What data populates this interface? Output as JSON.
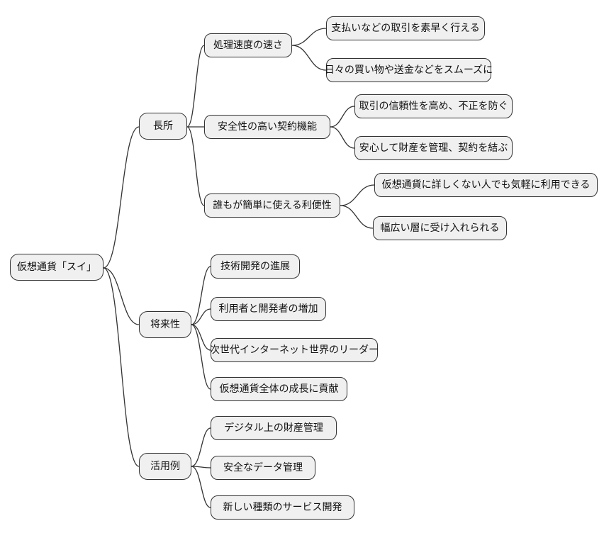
{
  "diagram": {
    "type": "mindmap",
    "root": {
      "label": "仮想通貨「スイ」"
    },
    "branches": [
      {
        "label": "長所",
        "children": [
          {
            "label": "処理速度の速さ",
            "children": [
              {
                "label": "支払いなどの取引を素早く行える"
              },
              {
                "label": "日々の買い物や送金などをスムーズに"
              }
            ]
          },
          {
            "label": "安全性の高い契約機能",
            "children": [
              {
                "label": "取引の信頼性を高め、不正を防ぐ"
              },
              {
                "label": "安心して財産を管理、契約を結ぶ"
              }
            ]
          },
          {
            "label": "誰もが簡単に使える利便性",
            "children": [
              {
                "label": "仮想通貨に詳しくない人でも気軽に利用できる"
              },
              {
                "label": "幅広い層に受け入れられる"
              }
            ]
          }
        ]
      },
      {
        "label": "将来性",
        "children": [
          {
            "label": "技術開発の進展"
          },
          {
            "label": "利用者と開発者の増加"
          },
          {
            "label": "次世代インターネット世界のリーダー"
          },
          {
            "label": "仮想通貨全体の成長に貢献"
          }
        ]
      },
      {
        "label": "活用例",
        "children": [
          {
            "label": "デジタル上の財産管理"
          },
          {
            "label": "安全なデータ管理"
          },
          {
            "label": "新しい種類のサービス開発"
          }
        ]
      }
    ],
    "colors": {
      "node_fill": "#f0f0f0",
      "node_border": "#333333",
      "edge": "#333333",
      "background": "#ffffff"
    }
  }
}
